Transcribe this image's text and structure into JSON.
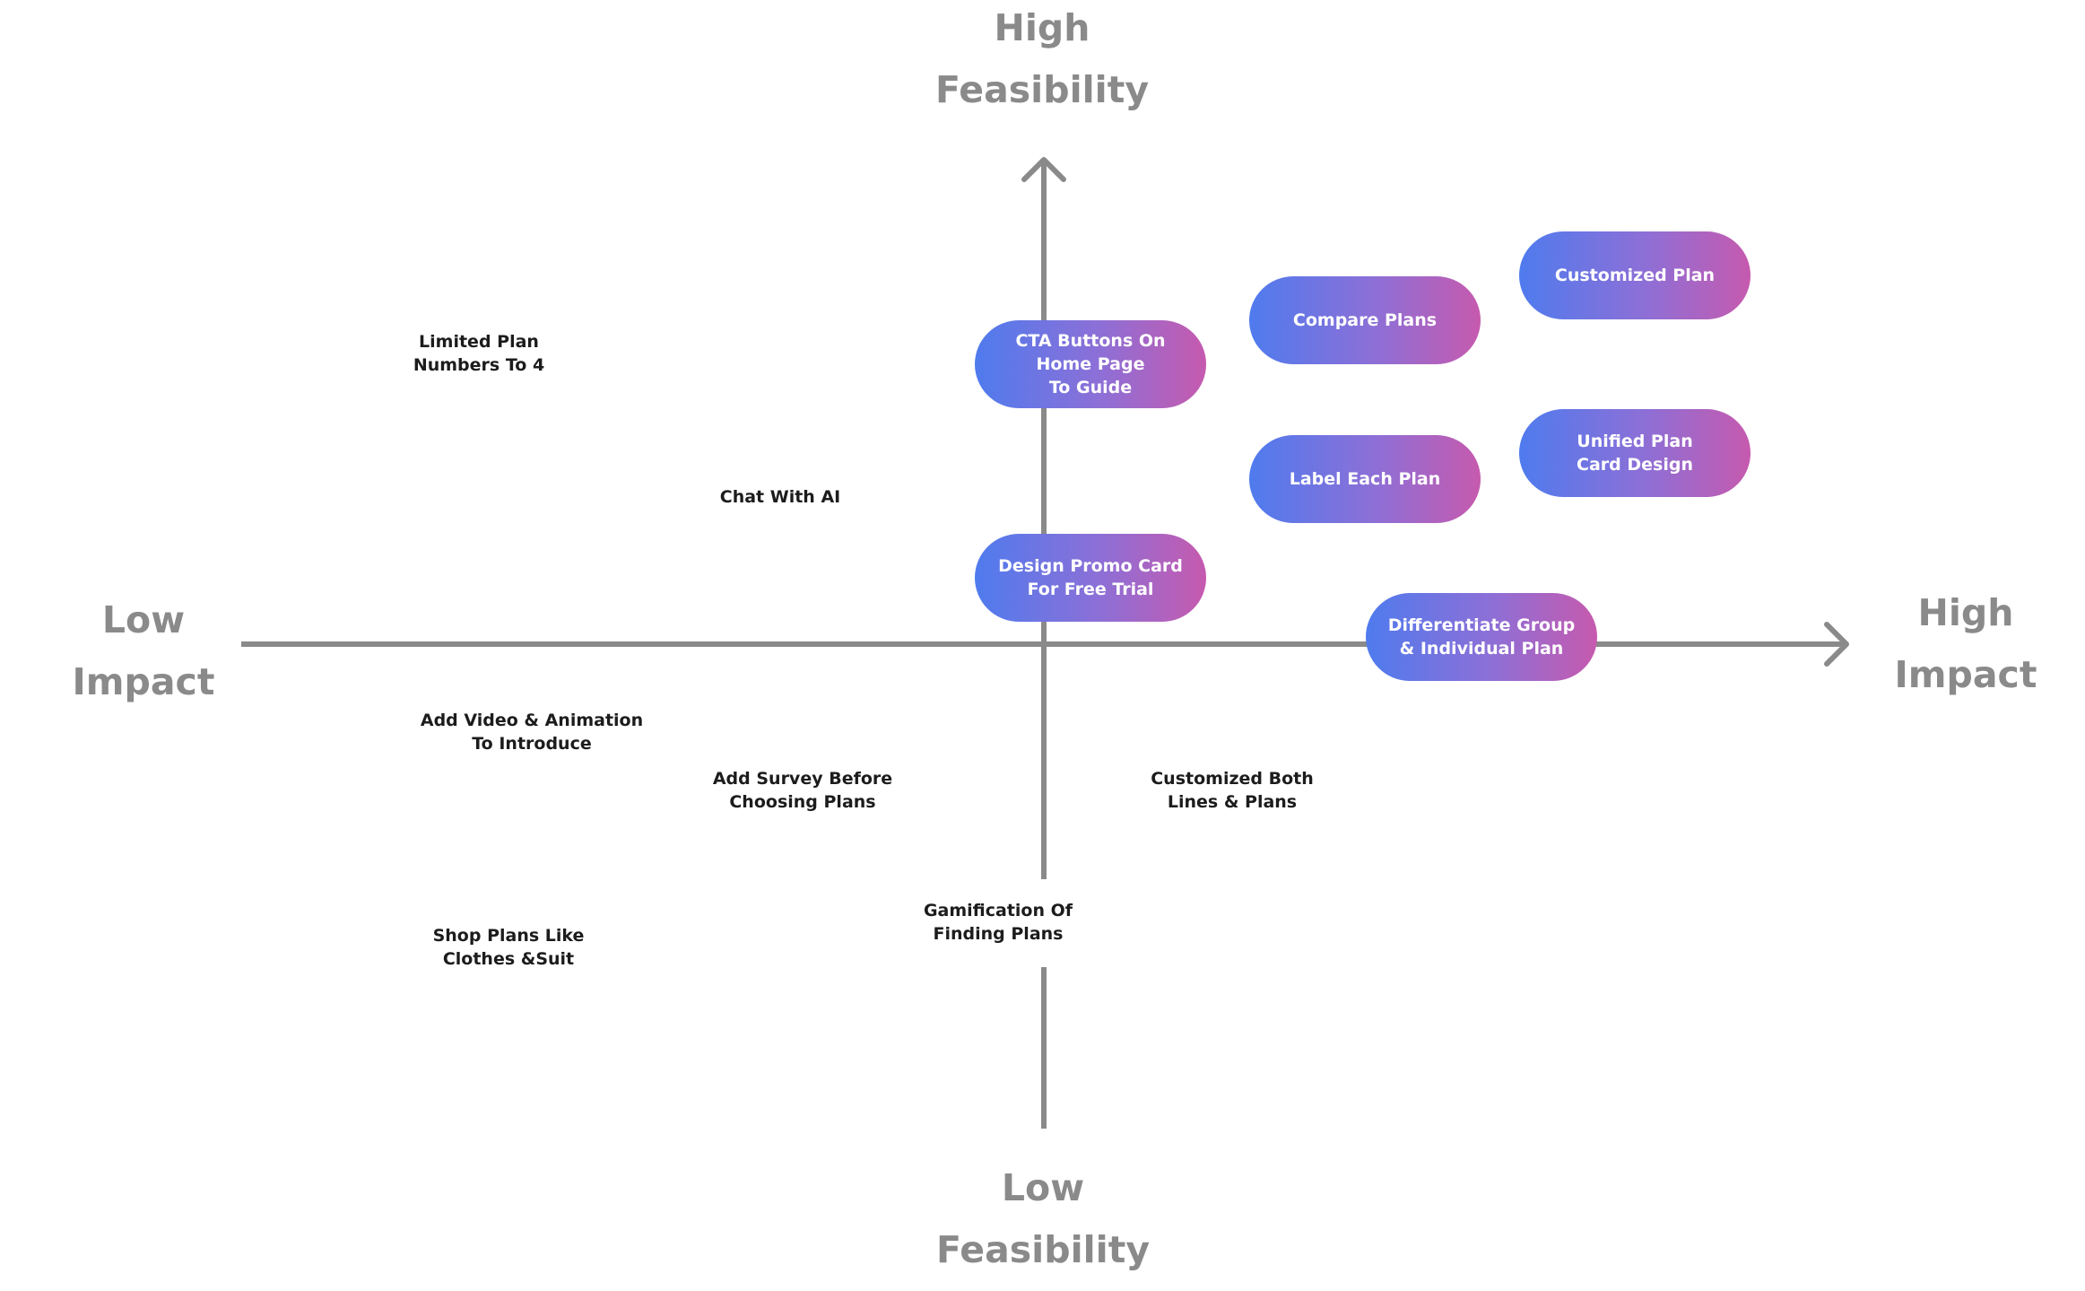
{
  "axes": {
    "top_label": [
      "High",
      "Feasibility"
    ],
    "bottom_label": [
      "Low",
      "Feasibility"
    ],
    "left_label": [
      "Low",
      "Impact"
    ],
    "right_label": [
      "High",
      "Impact"
    ]
  },
  "colors": {
    "axis": "#8a8a8a",
    "pill_start": "#4f7bee",
    "pill_end": "#c65aae",
    "plain_text": "#1c1c1c"
  },
  "highlighted_items": {
    "cta_buttons": "CTA Buttons On\nHome Page\nTo Guide",
    "compare_plans": "Compare Plans",
    "customized_plan": "Customized Plan",
    "label_each_plan": "Label Each Plan",
    "unified_plan_card": "Unified Plan\nCard Design",
    "design_promo_card": "Design Promo Card\nFor Free Trial",
    "differentiate_group": "Differentiate Group\n& Individual Plan"
  },
  "plain_items": {
    "limited_plan": "Limited Plan\nNumbers To 4",
    "chat_with_ai": "Chat With AI",
    "add_video": "Add Video & Animation\nTo Introduce",
    "add_survey": "Add Survey Before\nChoosing Plans",
    "customized_both": "Customized Both\nLines & Plans",
    "gamification": "Gamification Of\nFinding Plans",
    "shop_plans": "Shop Plans Like\nClothes &Suit"
  }
}
